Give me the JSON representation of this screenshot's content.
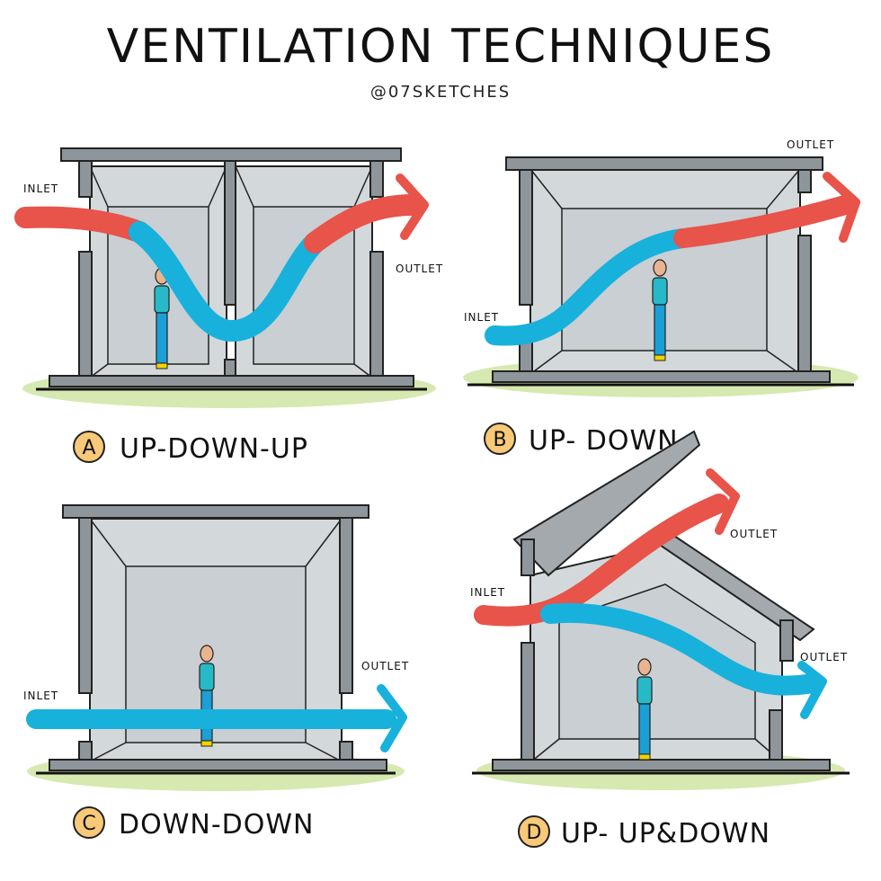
{
  "title": "VENTILATION TECHNIQUES",
  "handle": "@07SKETCHES",
  "colors": {
    "warm_air": "#e8534a",
    "cool_air": "#18b1dc",
    "wall": "#8f969b",
    "room": "#d3d8db",
    "grass": "#d6e9b0",
    "badge": "#f7c978"
  },
  "panels": [
    {
      "badge": "A",
      "caption": "UP-DOWN-UP",
      "inlet": "INLET",
      "outlet": "OUTLET"
    },
    {
      "badge": "B",
      "caption": "UP- DOWN",
      "inlet": "INLET",
      "outlet": "OUTLET"
    },
    {
      "badge": "C",
      "caption": "DOWN-DOWN",
      "inlet": "INLET",
      "outlet": "OUTLET"
    },
    {
      "badge": "D",
      "caption": "UP- UP&DOWN",
      "inlet": "INLET",
      "outlet": "OUTLET",
      "outlet2": "OUTLET"
    }
  ]
}
